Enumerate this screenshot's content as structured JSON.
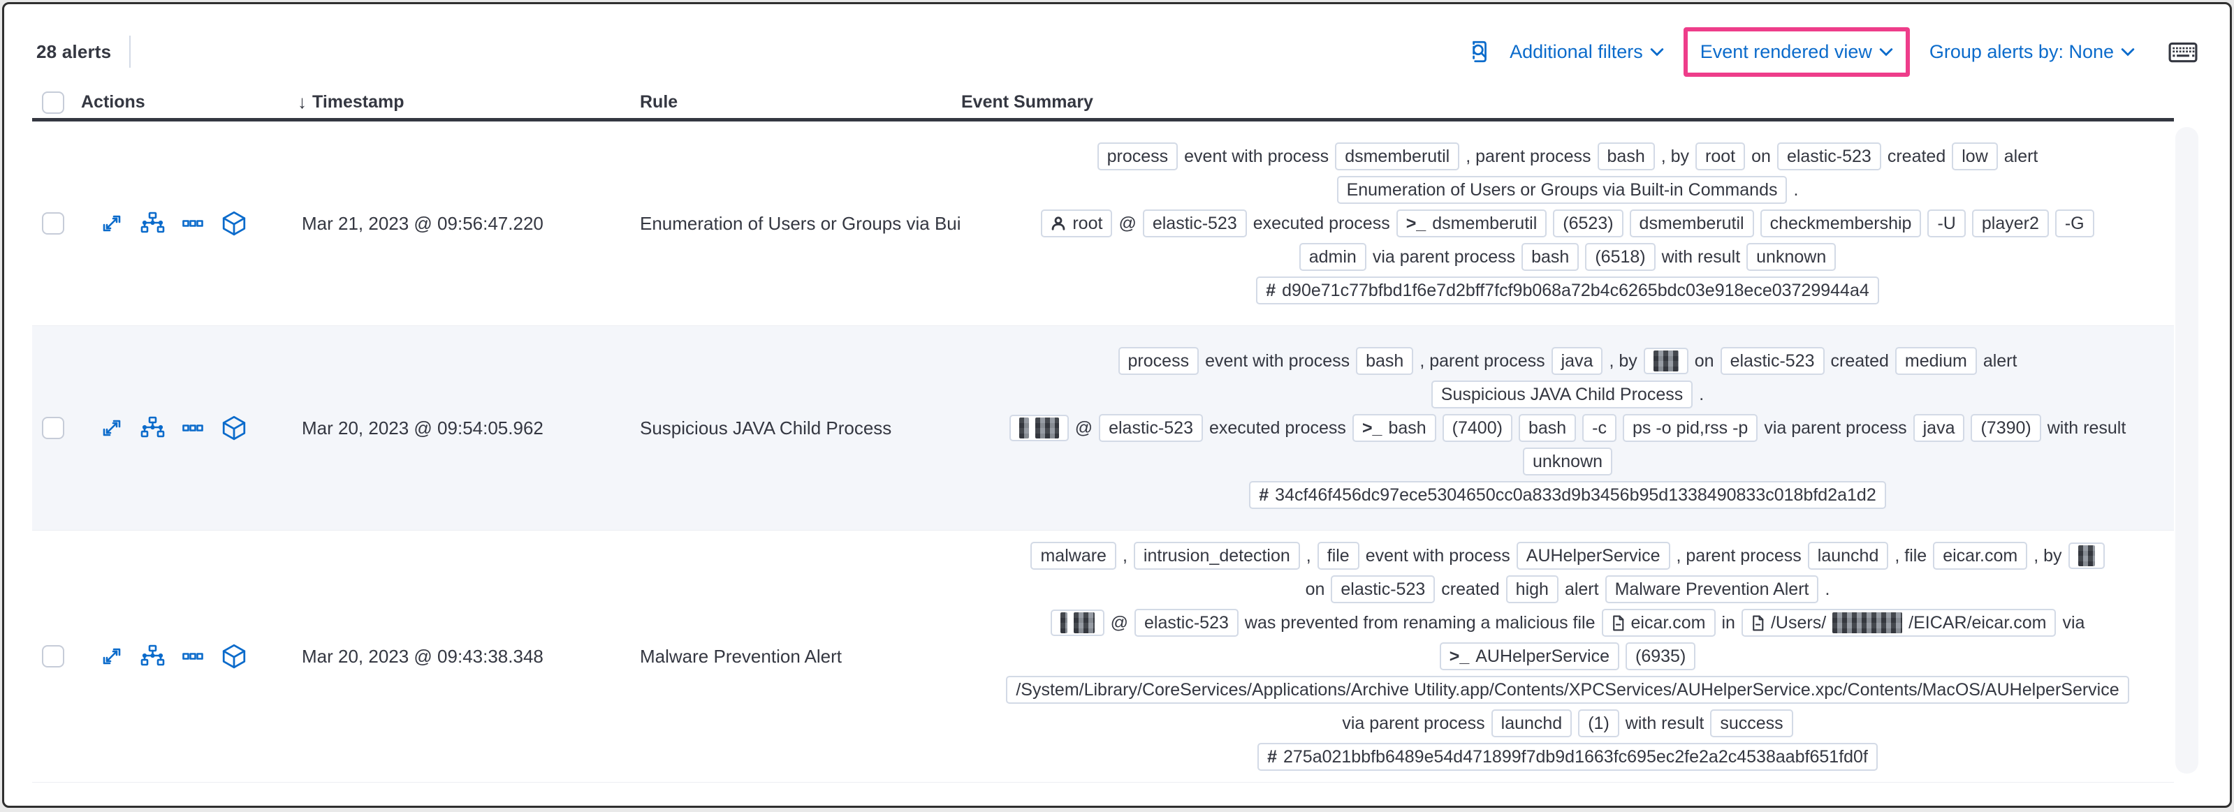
{
  "colors": {
    "accent_pink": "#ee3d8a",
    "link_blue": "#0b6bcb",
    "text": "#343741",
    "stripe_bg": "#f4f6fa",
    "badge_border": "#d3dae6"
  },
  "toolbar": {
    "alerts_count": "28 alerts",
    "additional_filters_label": "Additional filters",
    "view_selector_label": "Event rendered view",
    "group_by_label": "Group alerts by: None"
  },
  "table": {
    "columns": {
      "actions": "Actions",
      "timestamp": "Timestamp",
      "rule": "Rule",
      "summary": "Event Summary"
    },
    "sort_arrow": "↓",
    "action_icons": [
      "expand",
      "analyzer",
      "more-actions",
      "investigate-in-timeline"
    ],
    "rows": [
      {
        "timestamp": "Mar 21, 2023 @ 09:56:47.220",
        "rule": "Enumeration of Users or Groups via Bui",
        "striped": false,
        "tall": false,
        "summary": [
          [
            {
              "t": "badge",
              "v": "process"
            },
            {
              "t": "text",
              "v": "event with process"
            },
            {
              "t": "badge",
              "v": "dsmemberutil"
            },
            {
              "t": "text",
              "v": ", parent process"
            },
            {
              "t": "badge",
              "v": "bash"
            },
            {
              "t": "text",
              "v": ", by"
            },
            {
              "t": "badge",
              "v": "root"
            },
            {
              "t": "text",
              "v": "on"
            },
            {
              "t": "badge",
              "v": "elastic-523"
            },
            {
              "t": "text",
              "v": "created"
            },
            {
              "t": "badge",
              "v": "low"
            },
            {
              "t": "text",
              "v": "alert"
            }
          ],
          [
            {
              "t": "badge",
              "v": "Enumeration of Users or Groups via Built-in Commands"
            },
            {
              "t": "text",
              "v": "."
            }
          ],
          [
            {
              "t": "badge",
              "icon": "user",
              "v": "root"
            },
            {
              "t": "text",
              "v": "@"
            },
            {
              "t": "badge",
              "v": "elastic-523"
            },
            {
              "t": "text",
              "v": "executed process"
            },
            {
              "t": "badge",
              "icon": "terminal",
              "v": "dsmemberutil"
            },
            {
              "t": "badge",
              "v": "(6523)"
            },
            {
              "t": "badge",
              "v": "dsmemberutil"
            },
            {
              "t": "badge",
              "v": "checkmembership"
            },
            {
              "t": "badge",
              "v": "-U"
            },
            {
              "t": "badge",
              "v": "player2"
            },
            {
              "t": "badge",
              "v": "-G"
            }
          ],
          [
            {
              "t": "badge",
              "v": "admin"
            },
            {
              "t": "text",
              "v": "via parent process"
            },
            {
              "t": "badge",
              "v": "bash"
            },
            {
              "t": "badge",
              "v": "(6518)"
            },
            {
              "t": "text",
              "v": "with result"
            },
            {
              "t": "badge",
              "v": "unknown"
            }
          ],
          [
            {
              "t": "badge",
              "icon": "hash",
              "v": "d90e71c77bfbd1f6e7d2bff7fcf9b068a72b4c6265bdc03e918ece03729944a4"
            }
          ]
        ]
      },
      {
        "timestamp": "Mar 20, 2023 @ 09:54:05.962",
        "rule": "Suspicious JAVA Child Process",
        "striped": true,
        "tall": false,
        "summary": [
          [
            {
              "t": "badge",
              "v": "process"
            },
            {
              "t": "text",
              "v": "event with process"
            },
            {
              "t": "badge",
              "v": "bash"
            },
            {
              "t": "text",
              "v": ", parent process"
            },
            {
              "t": "badge",
              "v": "java"
            },
            {
              "t": "text",
              "v": ", by"
            },
            {
              "t": "badge",
              "parts": [
                {
                  "t": "redact",
                  "w": 36
                }
              ]
            },
            {
              "t": "text",
              "v": "on"
            },
            {
              "t": "badge",
              "v": "elastic-523"
            },
            {
              "t": "text",
              "v": "created"
            },
            {
              "t": "badge",
              "v": "medium"
            },
            {
              "t": "text",
              "v": "alert"
            }
          ],
          [
            {
              "t": "badge",
              "v": "Suspicious JAVA Child Process"
            },
            {
              "t": "text",
              "v": "."
            }
          ],
          [
            {
              "t": "badge",
              "parts": [
                {
                  "t": "redact",
                  "w": 14
                },
                {
                  "t": "redact",
                  "w": 34
                }
              ]
            },
            {
              "t": "text",
              "v": "@"
            },
            {
              "t": "badge",
              "v": "elastic-523"
            },
            {
              "t": "text",
              "v": "executed process"
            },
            {
              "t": "badge",
              "icon": "terminal",
              "v": "bash"
            },
            {
              "t": "badge",
              "v": "(7400)"
            },
            {
              "t": "badge",
              "v": "bash"
            },
            {
              "t": "badge",
              "v": "-c"
            },
            {
              "t": "badge",
              "v": "ps -o pid,rss -p"
            },
            {
              "t": "text",
              "v": "via parent process"
            },
            {
              "t": "badge",
              "v": "java"
            },
            {
              "t": "badge",
              "v": "(7390)"
            },
            {
              "t": "text",
              "v": "with result"
            }
          ],
          [
            {
              "t": "badge",
              "v": "unknown"
            }
          ],
          [
            {
              "t": "badge",
              "icon": "hash",
              "v": "34cf46f456dc97ece5304650cc0a833d9b3456b95d1338490833c018bfd2a1d2"
            }
          ]
        ]
      },
      {
        "timestamp": "Mar 20, 2023 @ 09:43:38.348",
        "rule": "Malware Prevention Alert",
        "striped": false,
        "tall": true,
        "summary": [
          [
            {
              "t": "badge",
              "v": "malware"
            },
            {
              "t": "text",
              "v": ","
            },
            {
              "t": "badge",
              "v": "intrusion_detection"
            },
            {
              "t": "text",
              "v": ","
            },
            {
              "t": "badge",
              "v": "file"
            },
            {
              "t": "text",
              "v": "event with process"
            },
            {
              "t": "badge",
              "v": "AUHelperService"
            },
            {
              "t": "text",
              "v": ", parent process"
            },
            {
              "t": "badge",
              "v": "launchd"
            },
            {
              "t": "text",
              "v": ", file"
            },
            {
              "t": "badge",
              "v": "eicar.com"
            },
            {
              "t": "text",
              "v": ", by"
            },
            {
              "t": "badge",
              "parts": [
                {
                  "t": "redact",
                  "w": 24
                }
              ]
            }
          ],
          [
            {
              "t": "text",
              "v": "on"
            },
            {
              "t": "badge",
              "v": "elastic-523"
            },
            {
              "t": "text",
              "v": "created"
            },
            {
              "t": "badge",
              "v": "high"
            },
            {
              "t": "text",
              "v": "alert"
            },
            {
              "t": "badge",
              "v": "Malware Prevention Alert"
            },
            {
              "t": "text",
              "v": "."
            }
          ],
          [
            {
              "t": "badge",
              "parts": [
                {
                  "t": "redact",
                  "w": 10
                },
                {
                  "t": "redact",
                  "w": 30
                }
              ]
            },
            {
              "t": "text",
              "v": "@"
            },
            {
              "t": "badge",
              "v": "elastic-523"
            },
            {
              "t": "text",
              "v": "was prevented from renaming a malicious file"
            },
            {
              "t": "badge",
              "icon": "file",
              "v": "eicar.com"
            },
            {
              "t": "text",
              "v": "in"
            },
            {
              "t": "badge",
              "icon": "file",
              "parts": [
                {
                  "t": "text",
                  "v": "/Users/"
                },
                {
                  "t": "redact",
                  "w": 100
                },
                {
                  "t": "text",
                  "v": "/EICAR/eicar.com"
                }
              ]
            },
            {
              "t": "text",
              "v": "via"
            }
          ],
          [
            {
              "t": "badge",
              "icon": "terminal",
              "v": "AUHelperService"
            },
            {
              "t": "badge",
              "v": "(6935)"
            }
          ],
          [
            {
              "t": "badge",
              "v": "/System/Library/CoreServices/Applications/Archive Utility.app/Contents/XPCServices/AUHelperService.xpc/Contents/MacOS/AUHelperService"
            }
          ],
          [
            {
              "t": "text",
              "v": "via parent process"
            },
            {
              "t": "badge",
              "v": "launchd"
            },
            {
              "t": "badge",
              "v": "(1)"
            },
            {
              "t": "text",
              "v": "with result"
            },
            {
              "t": "badge",
              "v": "success"
            }
          ],
          [
            {
              "t": "badge",
              "icon": "hash",
              "v": "275a021bbfb6489e54d471899f7db9d1663fc695ec2fe2a2c4538aabf651fd0f"
            }
          ]
        ]
      }
    ]
  }
}
